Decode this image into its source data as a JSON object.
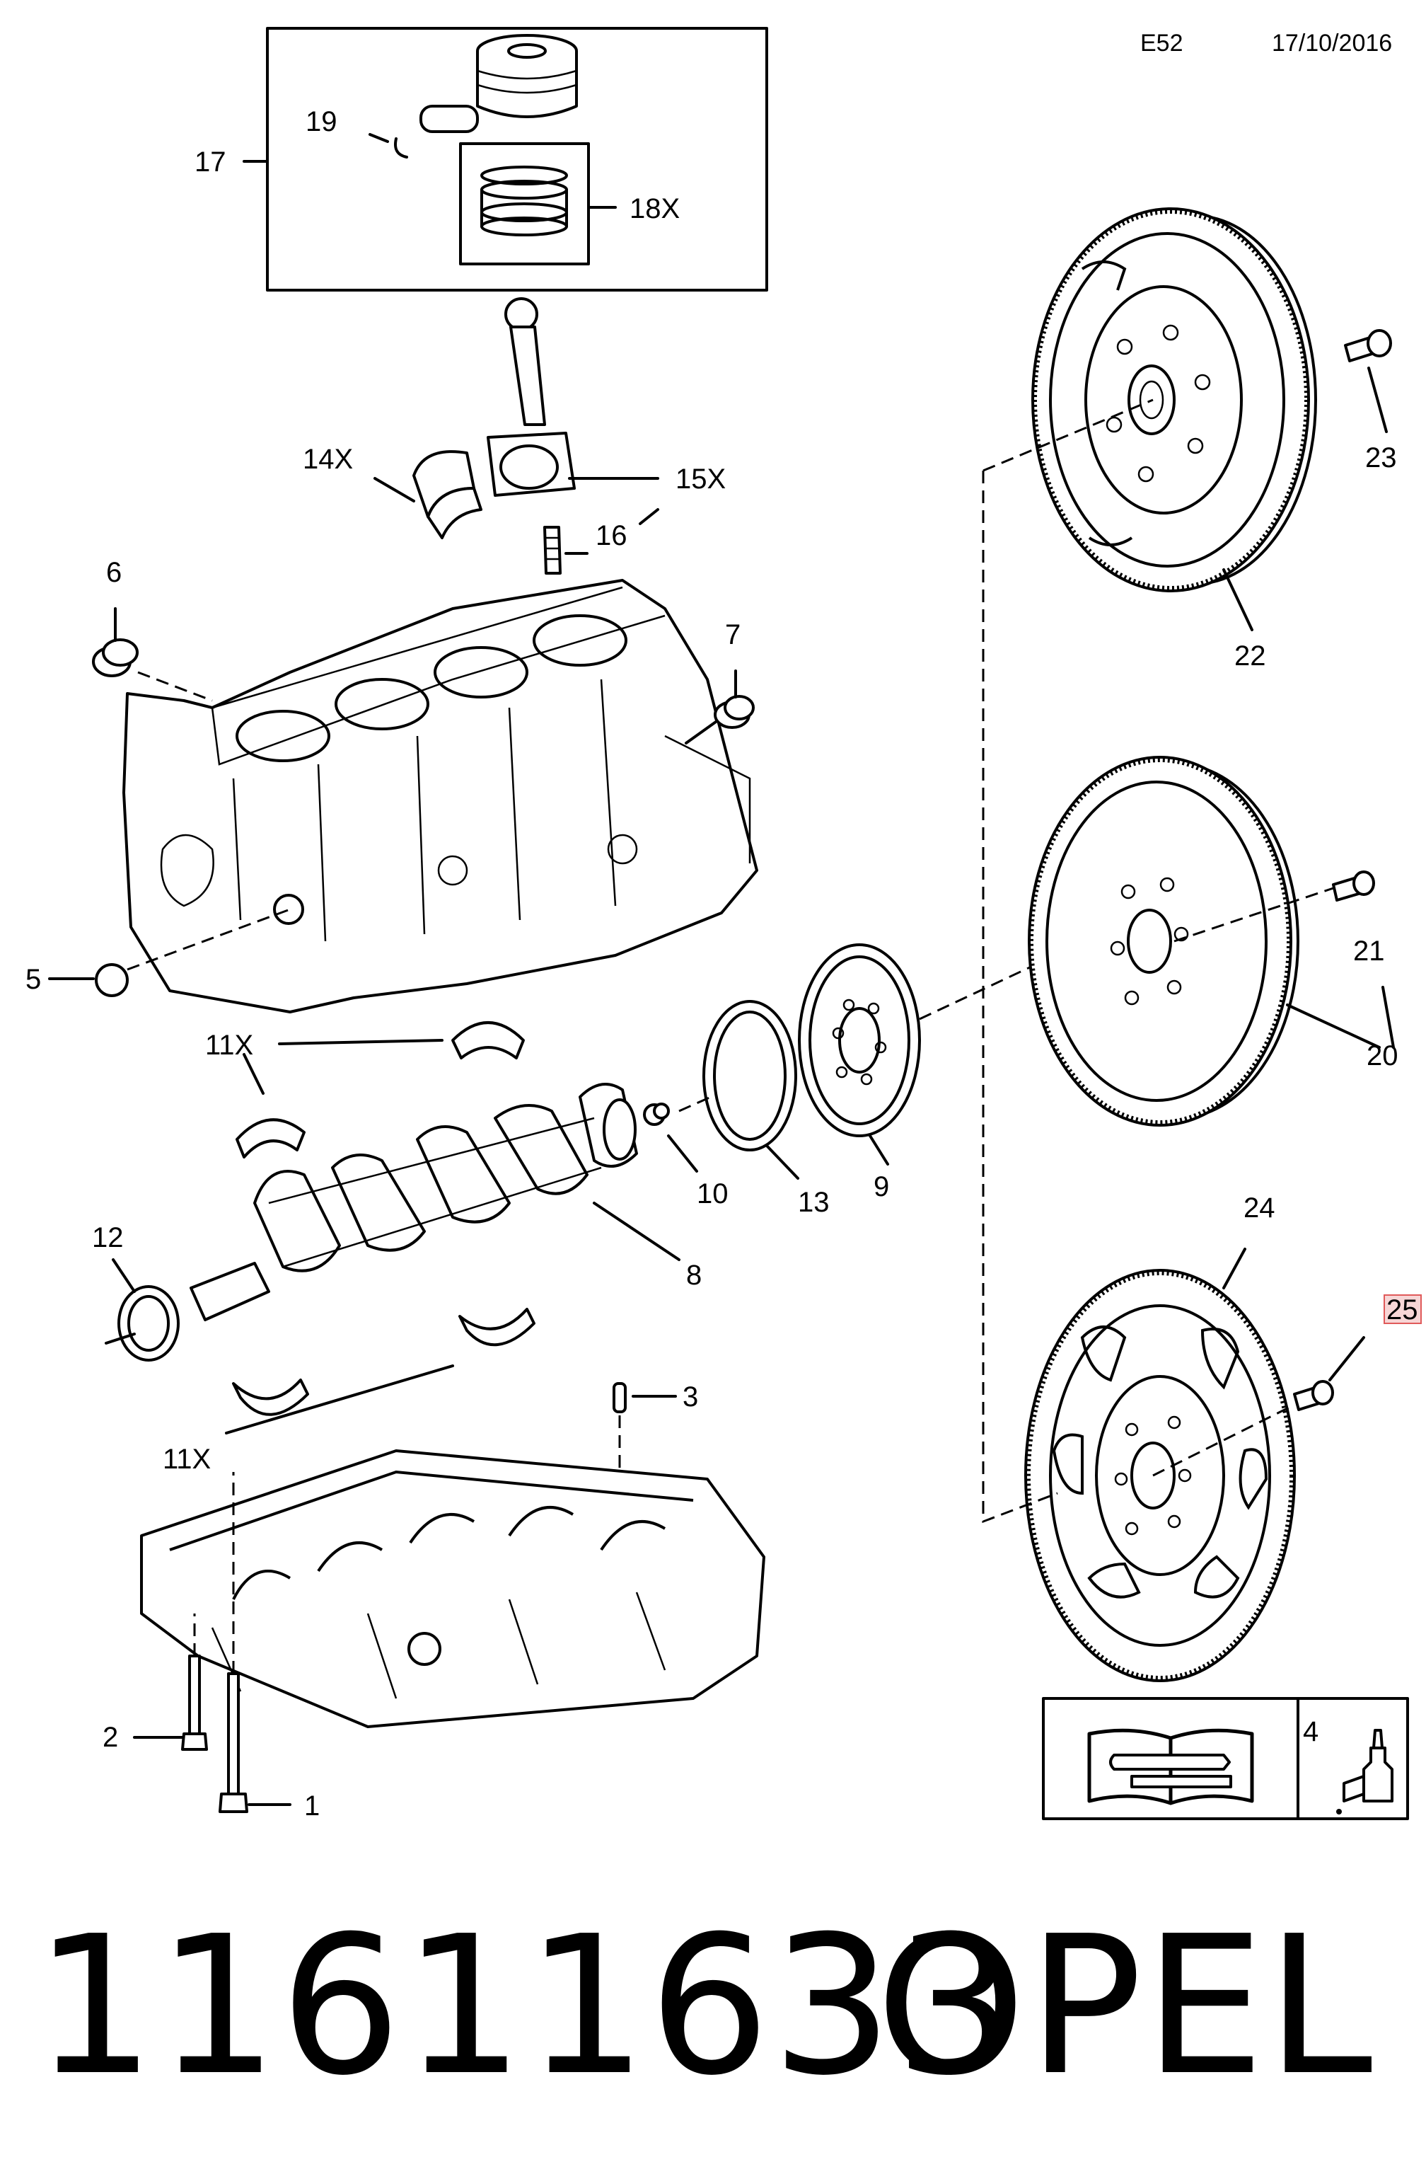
{
  "header": {
    "code": "E52",
    "date": "17/10/2016"
  },
  "callouts": [
    {
      "id": "c1",
      "text": "1"
    },
    {
      "id": "c2",
      "text": "2"
    },
    {
      "id": "c3",
      "text": "3"
    },
    {
      "id": "c4",
      "text": "4"
    },
    {
      "id": "c5",
      "text": "5"
    },
    {
      "id": "c6",
      "text": "6"
    },
    {
      "id": "c7",
      "text": "7"
    },
    {
      "id": "c8",
      "text": "8"
    },
    {
      "id": "c9",
      "text": "9"
    },
    {
      "id": "c10",
      "text": "10"
    },
    {
      "id": "c11a",
      "text": "11X"
    },
    {
      "id": "c11b",
      "text": "11X"
    },
    {
      "id": "c12",
      "text": "12"
    },
    {
      "id": "c13",
      "text": "13"
    },
    {
      "id": "c14",
      "text": "14X"
    },
    {
      "id": "c15",
      "text": "15X"
    },
    {
      "id": "c16",
      "text": "16"
    },
    {
      "id": "c17",
      "text": "17"
    },
    {
      "id": "c18",
      "text": "18X"
    },
    {
      "id": "c19",
      "text": "19"
    },
    {
      "id": "c20",
      "text": "20"
    },
    {
      "id": "c21",
      "text": "21"
    },
    {
      "id": "c22",
      "text": "22"
    },
    {
      "id": "c23",
      "text": "23"
    },
    {
      "id": "c24",
      "text": "24"
    },
    {
      "id": "c25",
      "text": "25"
    }
  ],
  "highlight": {
    "color": "#e05a5a",
    "fill": "#f7d6d6"
  },
  "footer": {
    "part_number": "11611633",
    "brand": "OPEL"
  }
}
